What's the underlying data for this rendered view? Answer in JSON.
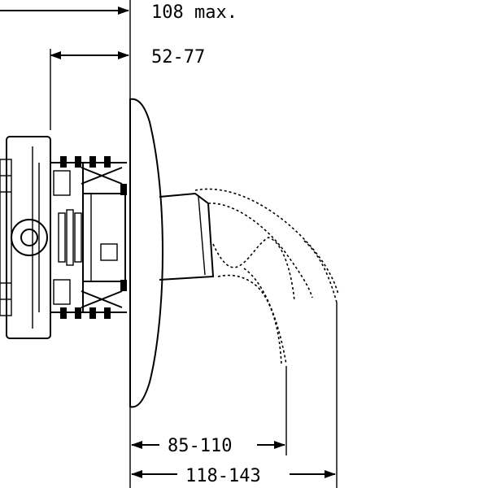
{
  "dimensions": {
    "overall_max": "108 max.",
    "wall_range": "52-77",
    "spout_short": "85-110",
    "spout_long": "118-143"
  },
  "colors": {
    "ink": "#000000",
    "paper": "#ffffff"
  }
}
